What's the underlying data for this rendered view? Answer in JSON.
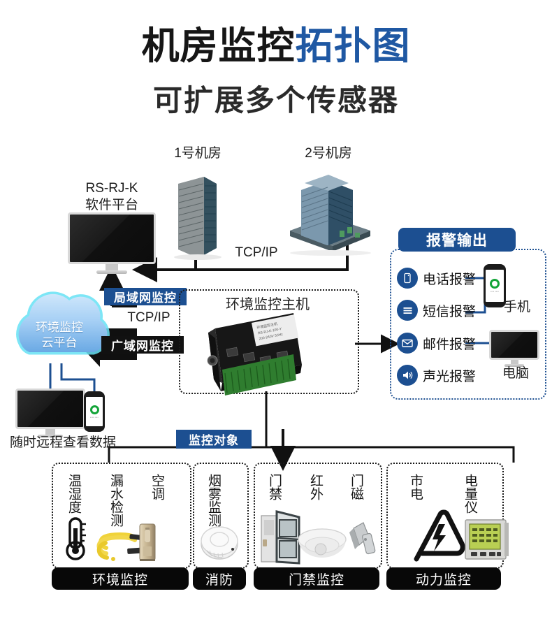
{
  "title": {
    "black": "机房监控",
    "blue": "拓扑图",
    "subtitle": "可扩展多个传感器"
  },
  "topology": {
    "software_platform": "RS-RJ-K\n软件平台",
    "software_platform_line1": "RS-RJ-K",
    "software_platform_line2": "软件平台",
    "room1": "1号机房",
    "room2": "2号机房",
    "tcpip_top": "TCP/IP",
    "tcpip_mid": "TCP/IP",
    "lan_badge": "局域网监控",
    "wan_badge": "广域网监控",
    "cloud_line1": "环境监控",
    "cloud_line2": "云平台",
    "remote_caption": "随时远程查看数据",
    "host_title": "环境监控主机",
    "monitor_target_badge": "监控对象"
  },
  "alarm": {
    "header": "报警输出",
    "items": [
      {
        "icon": "phone-call-icon",
        "label": "电话报警"
      },
      {
        "icon": "sms-message-icon",
        "label": "短信报警"
      },
      {
        "icon": "envelope-mail-icon",
        "label": "邮件报警"
      },
      {
        "icon": "speaker-sound-icon",
        "label": "声光报警"
      }
    ],
    "device_phone": "手机",
    "device_computer": "电脑"
  },
  "groups": [
    {
      "footer": "环境监控",
      "items": [
        {
          "label": "温湿度",
          "icon": "thermometer-icon"
        },
        {
          "label": "漏水检测",
          "icon": "water-leak-cable-icon"
        },
        {
          "label": "空调",
          "icon": "air-conditioner-icon"
        }
      ]
    },
    {
      "footer": "消防",
      "items": [
        {
          "label": "烟雾监测",
          "icon": "smoke-detector-icon"
        }
      ]
    },
    {
      "footer": "门禁监控",
      "items": [
        {
          "label": "门禁",
          "icon": "access-door-icon"
        },
        {
          "label": "红外",
          "icon": "infrared-sensor-icon"
        },
        {
          "label": "门磁",
          "icon": "door-magnet-icon"
        }
      ]
    },
    {
      "footer": "动力监控",
      "items": [
        {
          "label": "市电",
          "icon": "mains-power-icon"
        },
        {
          "label": "电量仪",
          "icon": "power-meter-icon"
        }
      ]
    }
  ],
  "colors": {
    "brand_blue": "#1c4f91",
    "title_blue": "#1f58a3",
    "footer_black": "#080808",
    "cloud_blue": "#7fb6ea",
    "accent_green": "#13a438"
  }
}
